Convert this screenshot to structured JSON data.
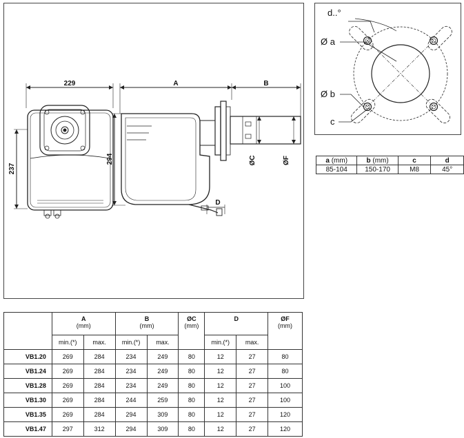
{
  "drawing": {
    "dims": {
      "width_229": "229",
      "height_237": "237",
      "height_294": "294",
      "a": "A",
      "b": "B",
      "oc": "ØC",
      "of": "ØF",
      "d": "D"
    },
    "flange_labels": {
      "angle": "d..°",
      "dia_a": "Ø a",
      "dia_b": "Ø b",
      "c": "c"
    }
  },
  "flange_table": {
    "headers": [
      {
        "key": "a",
        "unit": " (mm)"
      },
      {
        "key": "b",
        "unit": " (mm)"
      },
      {
        "key": "c",
        "unit": ""
      },
      {
        "key": "d",
        "unit": ""
      }
    ],
    "values": [
      "85-104",
      "150-170",
      "M8",
      "45°"
    ]
  },
  "dimensions_table": {
    "group_headers": {
      "a": "A",
      "b": "B",
      "c": "ØC",
      "d": "D",
      "f": "ØF",
      "unit": "(mm)"
    },
    "sub_headers": {
      "min": "min.(*)",
      "max": "max."
    },
    "rows": [
      {
        "model": "VB1.20",
        "a_min": "269",
        "a_max": "284",
        "b_min": "234",
        "b_max": "249",
        "c": "80",
        "d_min": "12",
        "d_max": "27",
        "f": "80"
      },
      {
        "model": "VB1.24",
        "a_min": "269",
        "a_max": "284",
        "b_min": "234",
        "b_max": "249",
        "c": "80",
        "d_min": "12",
        "d_max": "27",
        "f": "80"
      },
      {
        "model": "VB1.28",
        "a_min": "269",
        "a_max": "284",
        "b_min": "234",
        "b_max": "249",
        "c": "80",
        "d_min": "12",
        "d_max": "27",
        "f": "100"
      },
      {
        "model": "VB1.30",
        "a_min": "269",
        "a_max": "284",
        "b_min": "244",
        "b_max": "259",
        "c": "80",
        "d_min": "12",
        "d_max": "27",
        "f": "100"
      },
      {
        "model": "VB1.35",
        "a_min": "269",
        "a_max": "284",
        "b_min": "294",
        "b_max": "309",
        "c": "80",
        "d_min": "12",
        "d_max": "27",
        "f": "120"
      },
      {
        "model": "VB1.47",
        "a_min": "297",
        "a_max": "312",
        "b_min": "294",
        "b_max": "309",
        "c": "80",
        "d_min": "12",
        "d_max": "27",
        "f": "120"
      }
    ]
  }
}
